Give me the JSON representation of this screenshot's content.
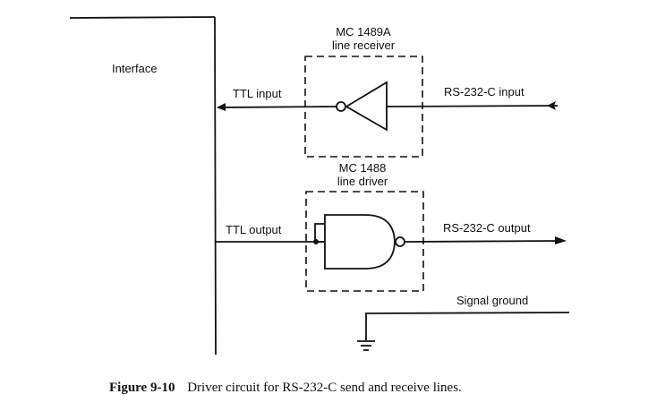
{
  "diagram": {
    "interface_label": "Interface",
    "receiver": {
      "part": "MC 1489A",
      "role": "line receiver",
      "left_signal": "TTL input",
      "right_signal": "RS-232-C input"
    },
    "driver": {
      "part": "MC 1488",
      "role": "line driver",
      "left_signal": "TTL output",
      "right_signal": "RS-232-C output"
    },
    "ground_label": "Signal ground"
  },
  "caption": {
    "figure_number": "Figure 9-10",
    "text": "Driver circuit for RS-232-C send and receive lines."
  }
}
